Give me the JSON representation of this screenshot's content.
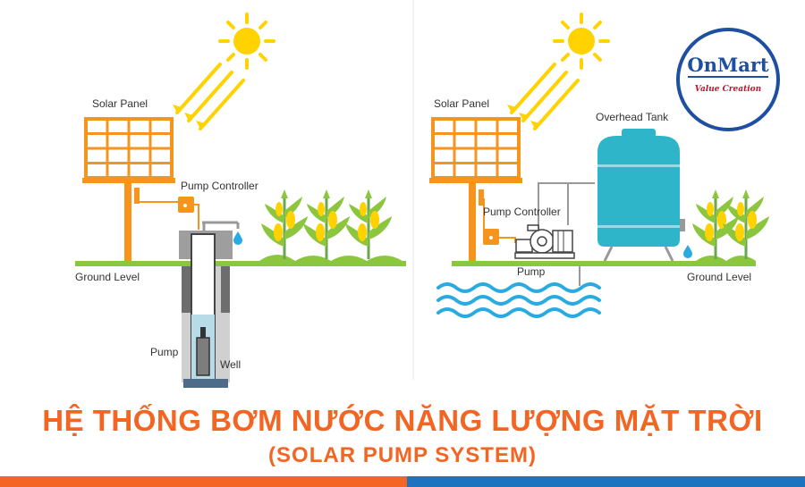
{
  "left_diagram": {
    "solar_panel": "Solar Panel",
    "pump_controller": "Pump Controller",
    "ground_level": "Ground Level",
    "pump": "Pump",
    "well": "Well"
  },
  "right_diagram": {
    "solar_panel": "Solar Panel",
    "overhead_tank": "Overhead Tank",
    "pump_controller": "Pump Controller",
    "pump": "Pump",
    "ground_level": "Ground Level"
  },
  "logo": {
    "brand": "OnMart",
    "tagline": "Value Creation"
  },
  "title": {
    "main": "HỆ THỐNG BƠM NƯỚC NĂNG LƯỢNG MẶT TRỜI",
    "sub": "(SOLAR PUMP SYSTEM)"
  },
  "colors": {
    "orange": "#f7941d",
    "sun_yellow": "#ffd200",
    "ground_green": "#8cc63f",
    "tank_teal": "#2fb5c9",
    "water_blue": "#29aae1",
    "title_orange": "#f26522",
    "logo_blue": "#1e4fa0",
    "logo_red": "#c8102e"
  }
}
